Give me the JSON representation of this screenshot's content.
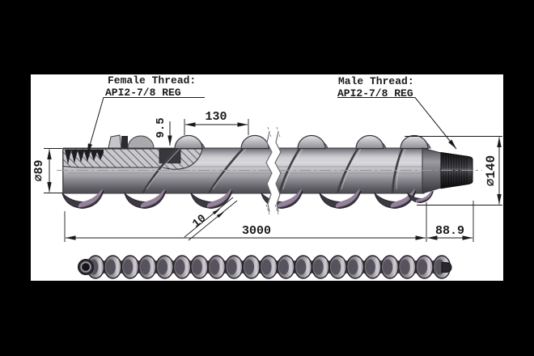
{
  "annotations": {
    "female_thread": {
      "line1": "Female Thread:",
      "line2": "API2-7/8 REG"
    },
    "male_thread": {
      "line1": "Male Thread:",
      "line2": "API2-7/8 REG"
    }
  },
  "dimensions": {
    "flight_pitch": "130",
    "thread_recess_depth": "9.5",
    "pipe_diameter": "∅89",
    "flight_diameter": "∅140",
    "flight_thickness": "10",
    "body_length": "3000",
    "male_thread_length": "88.9"
  },
  "colors": {
    "background": "#000000",
    "paper": "#ffffff",
    "ink": "#1a1a1a",
    "steel_light": "#d9d9dc",
    "steel_dark": "#4c4c52",
    "flight_accent": "#93829a",
    "thread_dark": "#141416"
  }
}
